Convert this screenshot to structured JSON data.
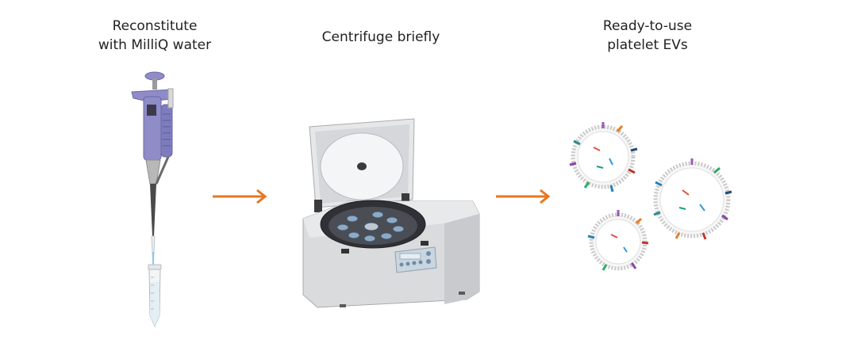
{
  "steps": [
    {
      "line1": "Reconstitute",
      "line2": "with MilliQ water"
    },
    {
      "line1": "Centrifuge briefly",
      "line2": ""
    },
    {
      "line1": "Ready-to-use",
      "line2": "platelet EVs"
    }
  ],
  "colors": {
    "arrow": "#E87722",
    "pipette": "#8F8CC8",
    "pipette_dark": "#6A67A8",
    "centrifuge_body": "#DADBDD",
    "centrifuge_lid": "#E6E7E9",
    "vesicle_outline": "#C9C9C9"
  },
  "icons": [
    "pipette-icon",
    "tube-icon",
    "centrifuge-icon",
    "vesicle-icon"
  ]
}
